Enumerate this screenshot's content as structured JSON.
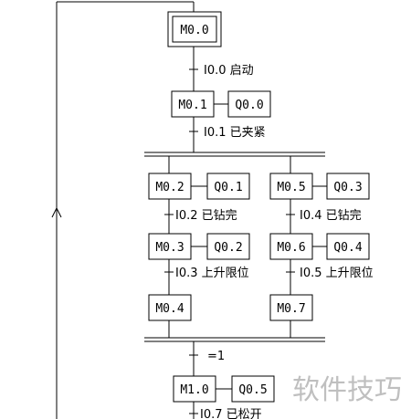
{
  "steps": {
    "m00": "M0.0",
    "m01": "M0.1",
    "m02": "M0.2",
    "m03": "M0.3",
    "m04": "M0.4",
    "m05": "M0.5",
    "m06": "M0.6",
    "m07": "M0.7",
    "m10": "M1.0"
  },
  "actions": {
    "q00": "Q0.0",
    "q01": "Q0.1",
    "q02": "Q0.2",
    "q03": "Q0.3",
    "q04": "Q0.4",
    "q05": "Q0.5"
  },
  "transitions": {
    "t00": "I0.0  启动",
    "t01": "I0.1  已夹紧",
    "t02": "I0.2  已钻完",
    "t03": "I0.3  上升限位",
    "t04": "I0.4  已钻完",
    "t05": "I0.5  上升限位",
    "t_merge": "=1",
    "t07": "I0.7  已松开"
  },
  "watermark": "软件技巧"
}
